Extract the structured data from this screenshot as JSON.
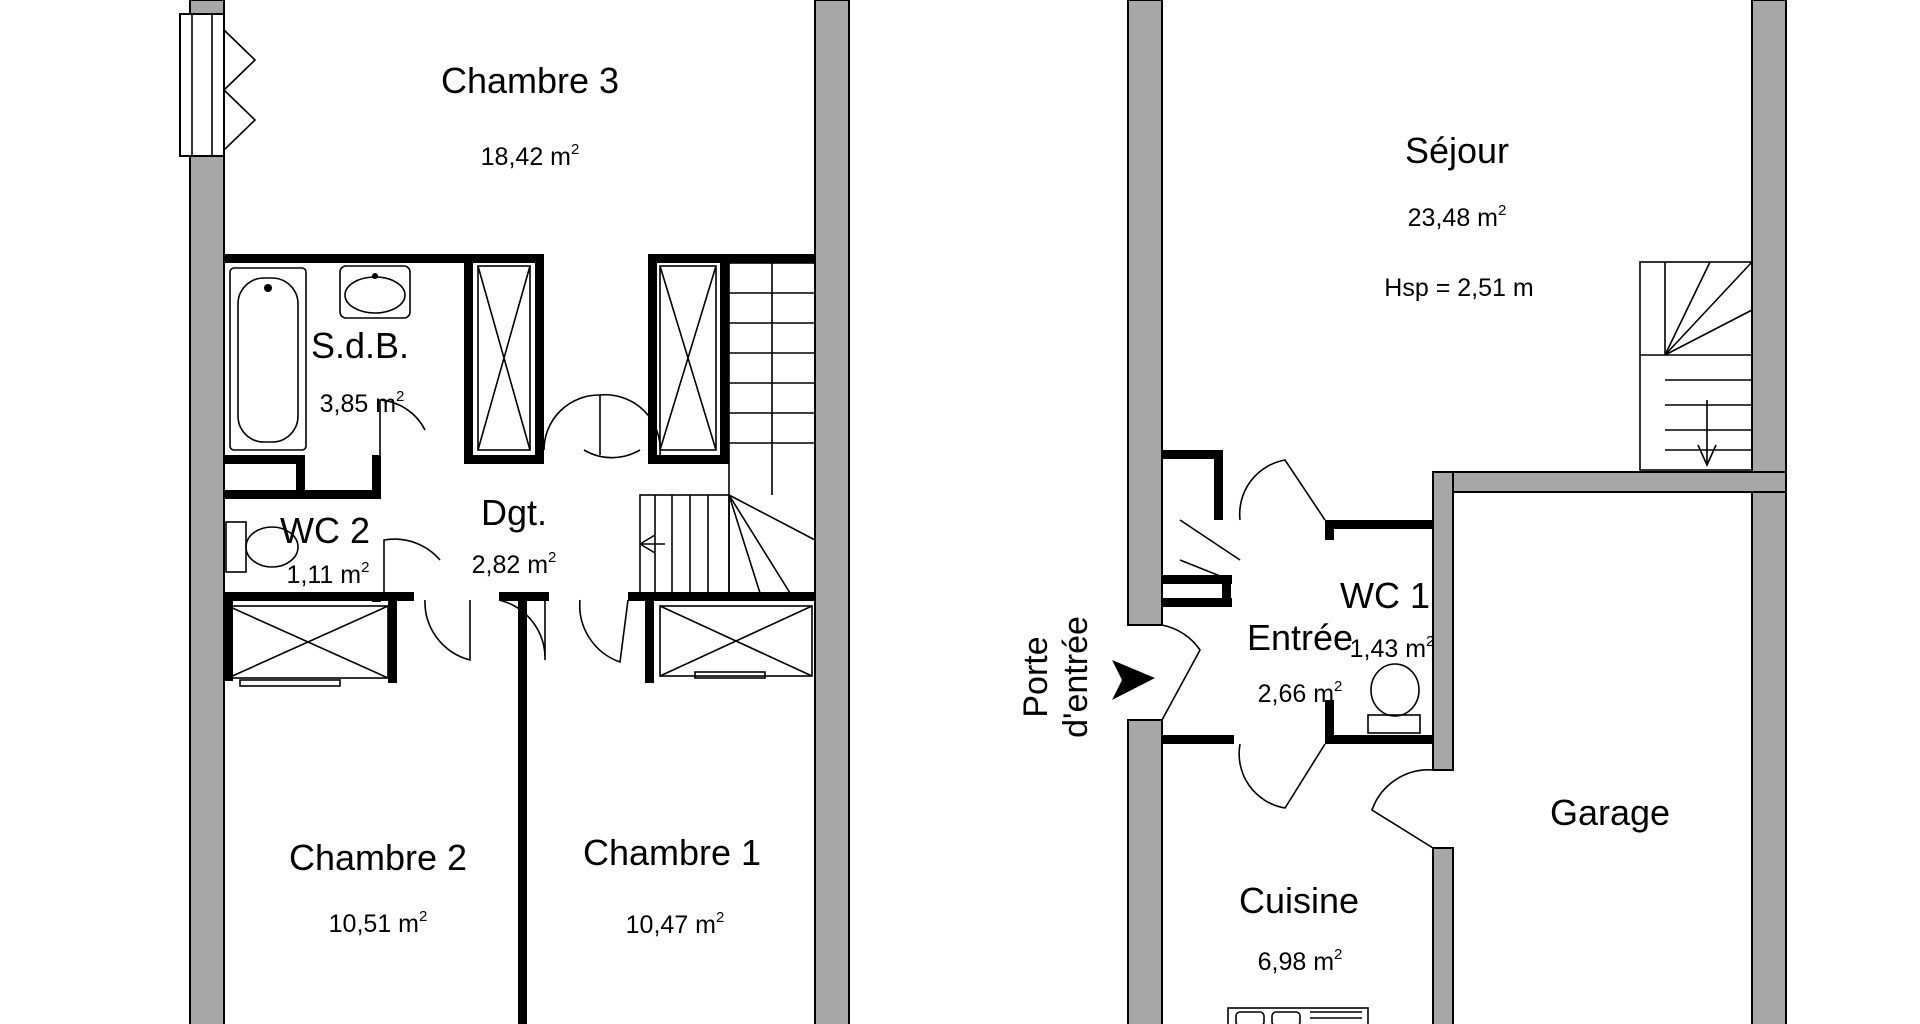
{
  "rooms": {
    "chambre3": {
      "name": "Chambre 3",
      "area": "18,42 m",
      "sup": "2"
    },
    "sdb": {
      "name": "S.d.B.",
      "area": "3,85 m",
      "sup": "2"
    },
    "wc2": {
      "name": "WC 2",
      "area": "1,11 m",
      "sup": "2"
    },
    "dgt": {
      "name": "Dgt.",
      "area": "2,82 m",
      "sup": "2"
    },
    "chambre2": {
      "name": "Chambre 2",
      "area": "10,51 m",
      "sup": "2"
    },
    "chambre1": {
      "name": "Chambre 1",
      "area": "10,47 m",
      "sup": "2"
    },
    "sejour": {
      "name": "Séjour",
      "area": "23,48 m",
      "sup": "2",
      "height": "Hsp = 2,51 m"
    },
    "entree": {
      "name": "Entrée",
      "area": "2,66 m",
      "sup": "2"
    },
    "wc1": {
      "name": "WC 1",
      "area": "1,43 m",
      "sup": "2"
    },
    "garage": {
      "name": "Garage"
    },
    "cuisine": {
      "name": "Cuisine",
      "area": "6,98 m",
      "sup": "2"
    }
  },
  "entrance": {
    "line1": "Porte",
    "line2": "d'entrée"
  },
  "colors": {
    "wall_fill": "#a7a7a7",
    "inner_wall": "#000000",
    "background": "#ffffff"
  }
}
